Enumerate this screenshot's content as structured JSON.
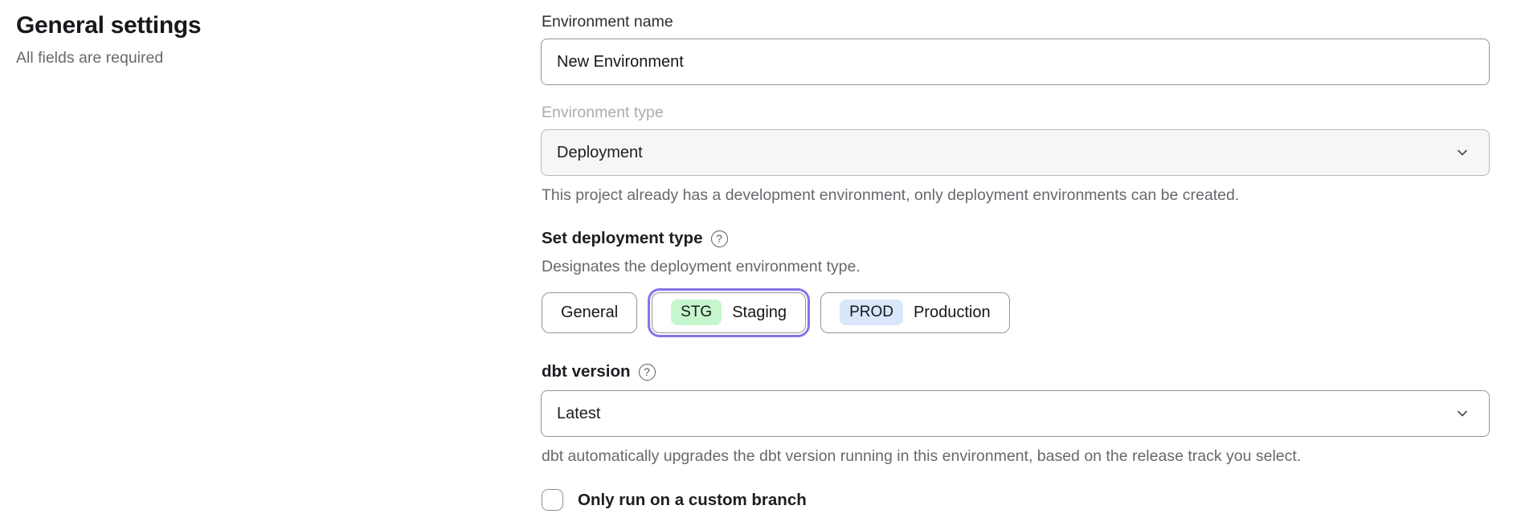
{
  "page": {
    "title": "General settings",
    "subtitle": "All fields are required"
  },
  "form": {
    "environment_name": {
      "label": "Environment name",
      "value": "New Environment"
    },
    "environment_type": {
      "label": "Environment type",
      "selected_value": "Deployment",
      "disabled": true,
      "helper": "This project already has a development environment, only deployment environments can be created."
    },
    "deployment_type": {
      "label": "Set deployment type",
      "description": "Designates the deployment environment type.",
      "options": [
        {
          "label": "General",
          "badge": "",
          "selected": false
        },
        {
          "label": "Staging",
          "badge": "STG",
          "badge_color": "#c6f6cd",
          "selected": true
        },
        {
          "label": "Production",
          "badge": "PROD",
          "badge_color": "#d9e6fc",
          "selected": false
        }
      ]
    },
    "dbt_version": {
      "label": "dbt version",
      "selected_value": "Latest",
      "helper": "dbt automatically upgrades the dbt version running in this environment, based on the release track you select."
    },
    "custom_branch": {
      "label": "Only run on a custom branch",
      "checked": false
    }
  },
  "icons": {
    "help_glyph": "?",
    "chevron_name": "chevron-down-icon",
    "help_name": "question-circle-icon"
  },
  "colors": {
    "selected_ring": "#8673e6",
    "badge_green": "#c6f6cd",
    "badge_blue": "#d9e6fc",
    "disabled_field_bg": "#f6f6f7",
    "border_gray": "#95959b"
  }
}
